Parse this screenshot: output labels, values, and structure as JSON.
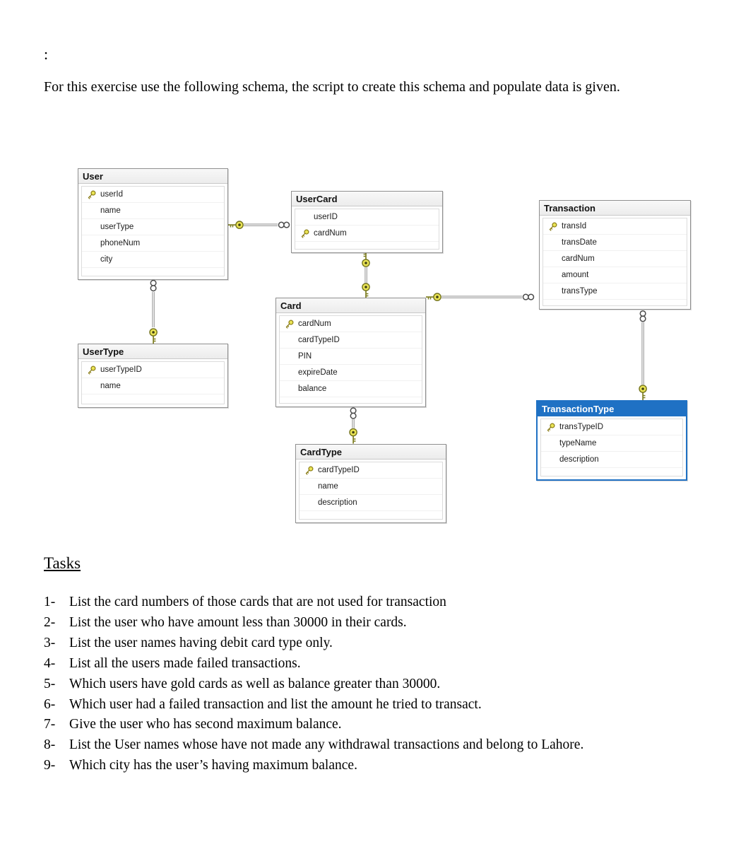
{
  "document": {
    "colon": ":",
    "intro": "For this exercise use the following schema, the script to create this schema and populate data is given."
  },
  "diagram": {
    "tables": {
      "user": {
        "title": "User",
        "fields": [
          {
            "name": "userId",
            "key": true
          },
          {
            "name": "name",
            "key": false
          },
          {
            "name": "userType",
            "key": false
          },
          {
            "name": "phoneNum",
            "key": false
          },
          {
            "name": "city",
            "key": false
          }
        ]
      },
      "usercard": {
        "title": "UserCard",
        "fields": [
          {
            "name": "userID",
            "key": false
          },
          {
            "name": "cardNum",
            "key": true
          }
        ]
      },
      "transaction": {
        "title": "Transaction",
        "fields": [
          {
            "name": "transId",
            "key": true
          },
          {
            "name": "transDate",
            "key": false
          },
          {
            "name": "cardNum",
            "key": false
          },
          {
            "name": "amount",
            "key": false
          },
          {
            "name": "transType",
            "key": false
          }
        ]
      },
      "usertype": {
        "title": "UserType",
        "fields": [
          {
            "name": "userTypeID",
            "key": true
          },
          {
            "name": "name",
            "key": false
          }
        ]
      },
      "card": {
        "title": "Card",
        "fields": [
          {
            "name": "cardNum",
            "key": true
          },
          {
            "name": "cardTypeID",
            "key": false
          },
          {
            "name": "PIN",
            "key": false
          },
          {
            "name": "expireDate",
            "key": false
          },
          {
            "name": "balance",
            "key": false
          }
        ]
      },
      "transactiontype": {
        "title": "TransactionType",
        "selected": true,
        "fields": [
          {
            "name": "transTypeID",
            "key": true
          },
          {
            "name": "typeName",
            "key": false
          },
          {
            "name": "description",
            "key": false
          }
        ]
      },
      "cardtype": {
        "title": "CardType",
        "fields": [
          {
            "name": "cardTypeID",
            "key": true
          },
          {
            "name": "name",
            "key": false
          },
          {
            "name": "description",
            "key": false
          }
        ]
      }
    },
    "relationships": [
      {
        "one": "User",
        "many": "UserCard"
      },
      {
        "one": "UserCard",
        "one2": "Card"
      },
      {
        "one": "Card",
        "many": "Transaction"
      },
      {
        "one": "UserType",
        "many": "User"
      },
      {
        "one": "CardType",
        "many": "Card"
      },
      {
        "one": "TransactionType",
        "many": "Transaction"
      }
    ],
    "colors": {
      "table_header_bg": "#ececec",
      "table_border": "#8f8f8f",
      "selected_header_bg": "#1f71c4",
      "key_gold": "#eae455",
      "connector_gray": "#9b9b9b"
    }
  },
  "tasks": {
    "heading": "Tasks",
    "items": [
      {
        "num": "1-",
        "text": "List the card numbers of those cards that are not used for transaction"
      },
      {
        "num": "2-",
        "text": "List the user who have amount less than 30000 in their cards."
      },
      {
        "num": "3-",
        "text": "List the user names having debit card type only."
      },
      {
        "num": "4-",
        "text": "List all the users made failed transactions."
      },
      {
        "num": "5-",
        "text": "Which users have gold cards as well as balance greater than 30000."
      },
      {
        "num": "6-",
        "text": "Which user had a failed transaction and list the amount he tried to transact."
      },
      {
        "num": "7-",
        "text": "Give the user who has second maximum balance."
      },
      {
        "num": "8-",
        "text": "List the User names whose have not made any withdrawal transactions and belong to Lahore."
      },
      {
        "num": "9-",
        "text": "Which city has the user’s having maximum balance."
      }
    ]
  }
}
